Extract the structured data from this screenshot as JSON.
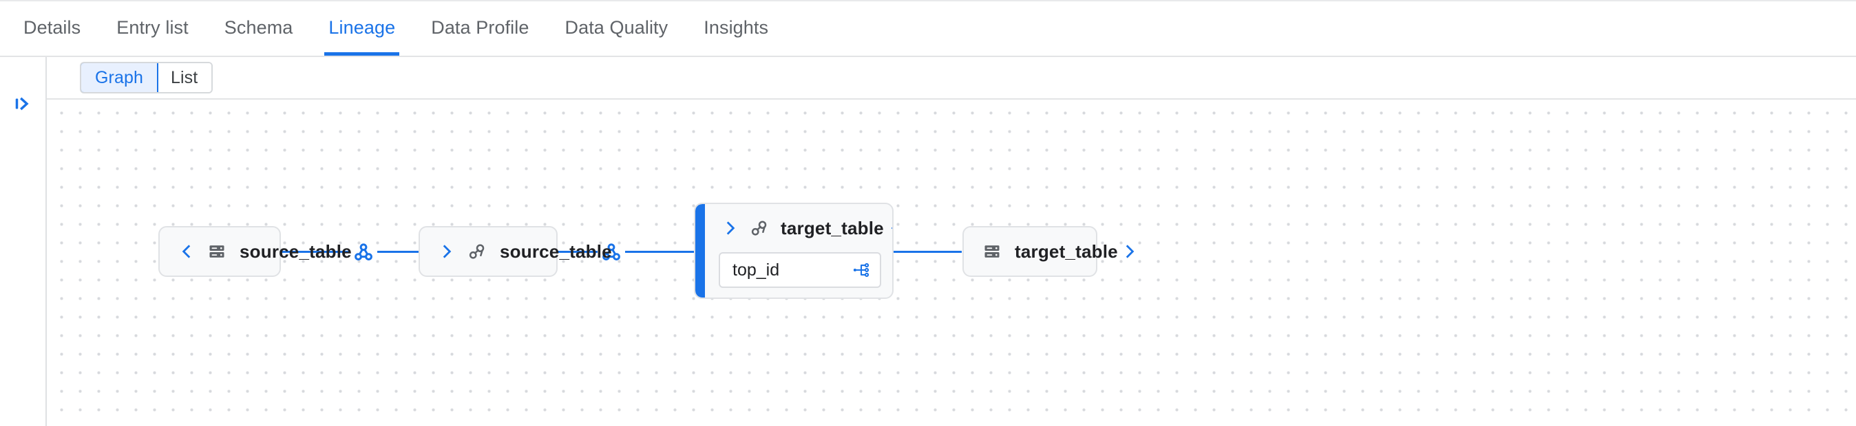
{
  "tabs": [
    {
      "label": "Details",
      "active": false
    },
    {
      "label": "Entry list",
      "active": false
    },
    {
      "label": "Schema",
      "active": false
    },
    {
      "label": "Lineage",
      "active": true
    },
    {
      "label": "Data Profile",
      "active": false
    },
    {
      "label": "Data Quality",
      "active": false
    },
    {
      "label": "Insights",
      "active": false
    }
  ],
  "rail": {
    "expand_icon": "expand-panel-icon"
  },
  "toolbar": {
    "view_modes": [
      {
        "label": "Graph",
        "selected": true
      },
      {
        "label": "List",
        "selected": false
      }
    ]
  },
  "graph": {
    "accent_color": "#1a73e8",
    "node_bg": "#f8f9fa",
    "node_border": "#e0e2e5",
    "icon_gray": "#5f6368",
    "nodes": [
      {
        "id": "node-1",
        "label": "source_table",
        "icon": "table-icon",
        "left_chevron": "chevron-left-icon",
        "right_chevron": null,
        "selected": false,
        "columns": []
      },
      {
        "id": "node-2",
        "label": "source_table",
        "icon": "process-icon",
        "left_chevron": "chevron-right-icon",
        "right_chevron": null,
        "selected": false,
        "columns": []
      },
      {
        "id": "node-3",
        "label": "target_table",
        "icon": "process-icon",
        "left_chevron": "chevron-right-icon",
        "right_chevron": "chevron-left-icon",
        "selected": true,
        "columns": [
          {
            "name": "top_id",
            "icon": "lineage-branch-icon"
          }
        ]
      },
      {
        "id": "node-4",
        "label": "target_table",
        "icon": "table-icon",
        "left_chevron": null,
        "right_chevron": "chevron-right-icon",
        "selected": false,
        "columns": []
      }
    ],
    "edges": [
      {
        "id": "edge-1",
        "hub_icon": "process-hub-icon"
      },
      {
        "id": "edge-2",
        "hub_icon": "process-hub-icon"
      },
      {
        "id": "edge-3",
        "hub_icon": "process-hub-icon"
      }
    ]
  }
}
